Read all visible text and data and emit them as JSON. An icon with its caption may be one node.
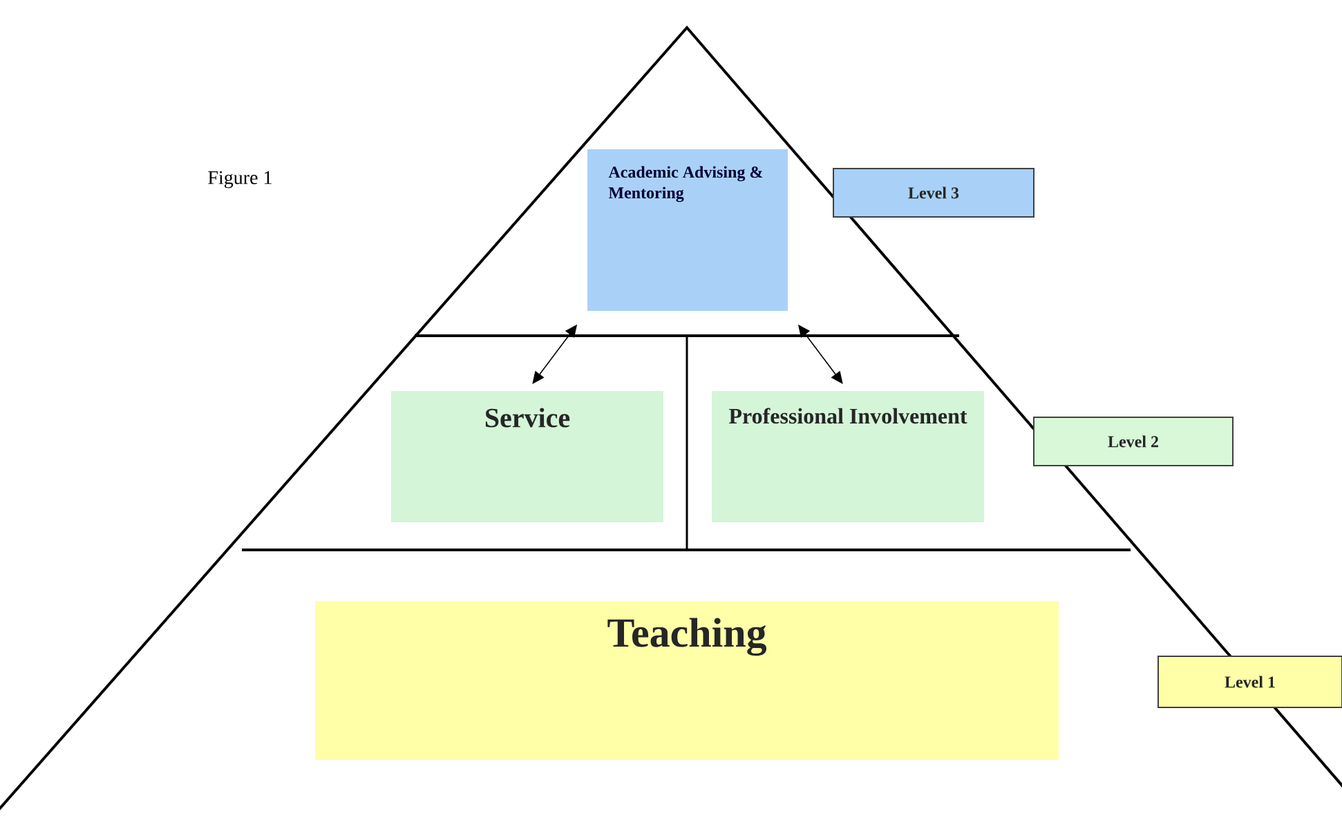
{
  "diagram": {
    "nodes": [
      {
        "text": [
          "Academic Advising & Mentoring"
        ]
      },
      {
        "text": [
          "Level 3"
        ]
      },
      {
        "text": [
          "Service"
        ]
      },
      {
        "text": [
          "Professional Involvement"
        ]
      },
      {
        "text": [
          "Level 2"
        ]
      },
      {
        "text": [
          "Teaching"
        ]
      },
      {
        "text": [
          "Level 1"
        ]
      }
    ],
    "edges": [
      {
        "from": 0,
        "to": 2,
        "arrow": "both"
      },
      {
        "from": 0,
        "to": 3,
        "arrow": "both"
      }
    ],
    "labels": [
      "Figure 1"
    ]
  }
}
